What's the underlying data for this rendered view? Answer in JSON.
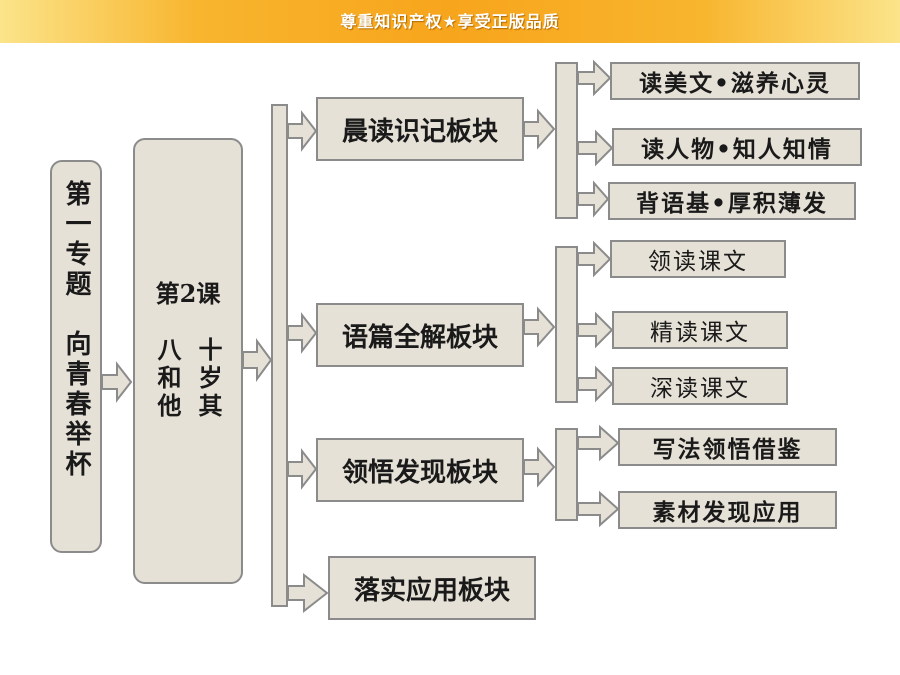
{
  "banner": {
    "text": "尊重知识产权★享受正版品质"
  },
  "topic": {
    "line1": "第一专题",
    "line2": "向青春举杯"
  },
  "lesson": {
    "number": "第2课",
    "title_col1": "十岁其",
    "title_col2": "八和他"
  },
  "sections": [
    {
      "label": "晨读识记板块",
      "items": [
        "读美文•滋养心灵",
        "读人物•知人知情",
        "背语基•厚积薄发"
      ]
    },
    {
      "label": "语篇全解板块",
      "items": [
        "领读课文",
        "精读课文",
        "深读课文"
      ]
    },
    {
      "label": "领悟发现板块",
      "items": [
        "写法领悟借鉴",
        "素材发现应用"
      ]
    },
    {
      "label": "落实应用板块",
      "items": []
    }
  ],
  "colors": {
    "box_fill": "#e6e1d6",
    "box_border": "#8b8b8b",
    "banner": "#f7a51c"
  }
}
